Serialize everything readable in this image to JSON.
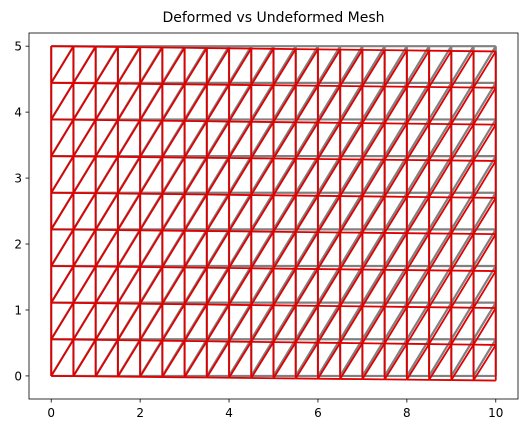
{
  "chart_data": {
    "type": "line",
    "title": "Deformed vs Undeformed Mesh",
    "xlabel": "",
    "ylabel": "",
    "xlim": [
      -0.5,
      10.5
    ],
    "ylim": [
      -0.35,
      5.2
    ],
    "xticks": [
      0,
      2,
      4,
      6,
      8,
      10
    ],
    "yticks": [
      0,
      1,
      2,
      3,
      4,
      5
    ],
    "grid": false,
    "legend": "none",
    "mesh": {
      "x_min": 0,
      "x_max": 10,
      "x_divisions": 20,
      "y_min": 0,
      "y_max": 5,
      "y_divisions": 9,
      "element": "triangles (quads split along diagonal)"
    },
    "series": [
      {
        "role": "undeformed mesh",
        "color": "#808080",
        "right_edge_y": [
          0,
          0.556,
          1.111,
          1.667,
          2.222,
          2.778,
          3.333,
          3.889,
          4.444,
          5.0
        ]
      },
      {
        "role": "deformed mesh",
        "color": "#e00000",
        "right_edge_y": [
          -0.07,
          0.47,
          1.03,
          1.59,
          2.15,
          2.7,
          3.26,
          3.81,
          4.37,
          4.92
        ]
      }
    ]
  }
}
